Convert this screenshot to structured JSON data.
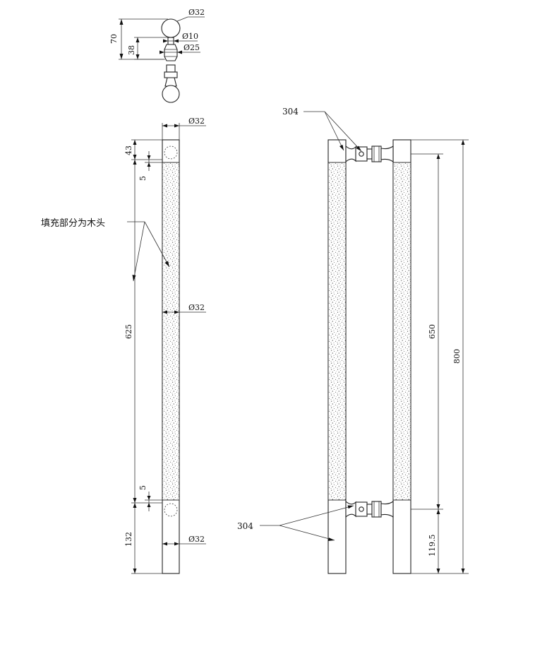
{
  "top_view": {
    "dims": {
      "height_total": "70",
      "height_neck": "38",
      "dia_ball": "Ø32",
      "dia_pin": "Ø10",
      "dia_collar": "Ø25"
    }
  },
  "side_view": {
    "dims": {
      "top_cap": "43",
      "gap_top": "5",
      "length_fill": "625",
      "gap_bottom": "5",
      "bottom_cap": "132",
      "dia_top": "Ø32",
      "dia_mid": "Ø32",
      "dia_bottom": "Ø32"
    },
    "note": "填充部分为木头"
  },
  "pair_view": {
    "material_top": "304",
    "material_bottom": "304",
    "dims": {
      "center_distance": "650",
      "overall_length": "800",
      "bottom_offset": "119.5"
    }
  },
  "colors": {
    "line": "#222222",
    "background": "#ffffff"
  }
}
